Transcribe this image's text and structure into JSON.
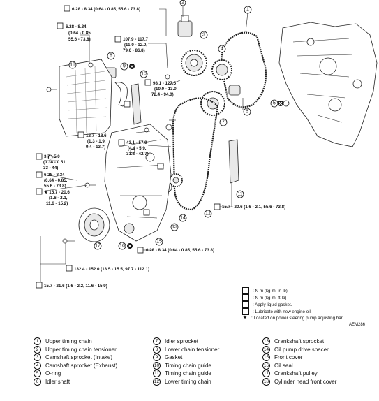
{
  "torques": {
    "t1": "6.28 - 8.34 (0.64 - 0.85, 55.6 - 73.8)",
    "t2a": "6.28 - 8.34",
    "t2b": "(0.64 - 0.85,",
    "t2c": "55.6 - 73.8)",
    "t3a": "107.9 - 117.7",
    "t3b": "(11.0 - 12.0,",
    "t3c": "79.6 - 86.8)",
    "t4a": "98.1 - 127.5",
    "t4b": "(10.0 - 13.0,",
    "t4c": "72.4 - 94.0)",
    "t5a": "12.7 - 18.6",
    "t5b": "(1.3 - 1.9,",
    "t5c": "9.4 - 13.7)",
    "t6a": "43.1 - 57.9",
    "t6b": "(4.4 - 5.9,",
    "t6c": "31.8 - 42.7)",
    "t7a": "3.7 - 5.0",
    "t7b": "(0.38 - 0.51,",
    "t7c": "33 - 44)",
    "t8a": "6.28 - 8.34",
    "t8b": "(0.64 - 0.85,",
    "t8c": "55.6 - 73.8)",
    "t9a": "★ 15.7 - 20.6",
    "t9b": "(1.6 - 2.1,",
    "t9c": "11.6 - 15.2)",
    "t10": "15.7 - 20.6 (1.6 - 2.1, 55.6 - 73.8)",
    "t11": "6.28 - 8.34 (0.64 - 0.85, 55.6 - 73.8)",
    "t12": "132.4 - 152.0 (13.5 - 15.5, 97.7 - 112.1)",
    "t13": "15.7 - 21.6 (1.6 - 2.2, 11.6 - 15.9)"
  },
  "callouts": [
    "1",
    "2",
    "3",
    "4",
    "5",
    "6",
    "7",
    "8",
    "9",
    "10",
    "11",
    "12",
    "13",
    "14",
    "15",
    "16",
    "17",
    "18"
  ],
  "legend": {
    "items": [
      {
        "sym": "",
        "text": ": N·m (kg-m, in-lb)"
      },
      {
        "sym": "",
        "text": ": N·m (kg-m, ft-lb)"
      },
      {
        "sym": "",
        "text": ": Apply liquid gasket."
      },
      {
        "sym": "",
        "text": ": Lubricate with new engine oil."
      },
      {
        "sym": "★",
        "text": ": Located on power steering pump adjusting bar"
      }
    ],
    "ref": "AEM286"
  },
  "parts": {
    "col1": [
      {
        "num": "1",
        "name": "Upper timing chain"
      },
      {
        "num": "2",
        "name": "Upper timing chain tensioner"
      },
      {
        "num": "3",
        "name": "Camshaft sprocket (Intake)"
      },
      {
        "num": "4",
        "name": "Camshaft sprocket (Exhaust)"
      },
      {
        "num": "5",
        "name": "O-ring"
      },
      {
        "num": "6",
        "name": "Idler shaft"
      }
    ],
    "col2": [
      {
        "num": "7",
        "name": "Idler sprocket"
      },
      {
        "num": "8",
        "name": "Lower chain tensioner"
      },
      {
        "num": "9",
        "name": "Gasket"
      },
      {
        "num": "10",
        "name": "Timing chain guide"
      },
      {
        "num": "11",
        "name": "Timing chain guide"
      },
      {
        "num": "12",
        "name": "Lower timing chain"
      }
    ],
    "col3": [
      {
        "num": "13",
        "name": "Crankshaft sprocket"
      },
      {
        "num": "14",
        "name": "Oil pump drive spacer"
      },
      {
        "num": "15",
        "name": "Front cover"
      },
      {
        "num": "16",
        "name": "Oil seal"
      },
      {
        "num": "17",
        "name": "Crankshaft pulley"
      },
      {
        "num": "18",
        "name": "Cylinder head front cover"
      }
    ]
  }
}
